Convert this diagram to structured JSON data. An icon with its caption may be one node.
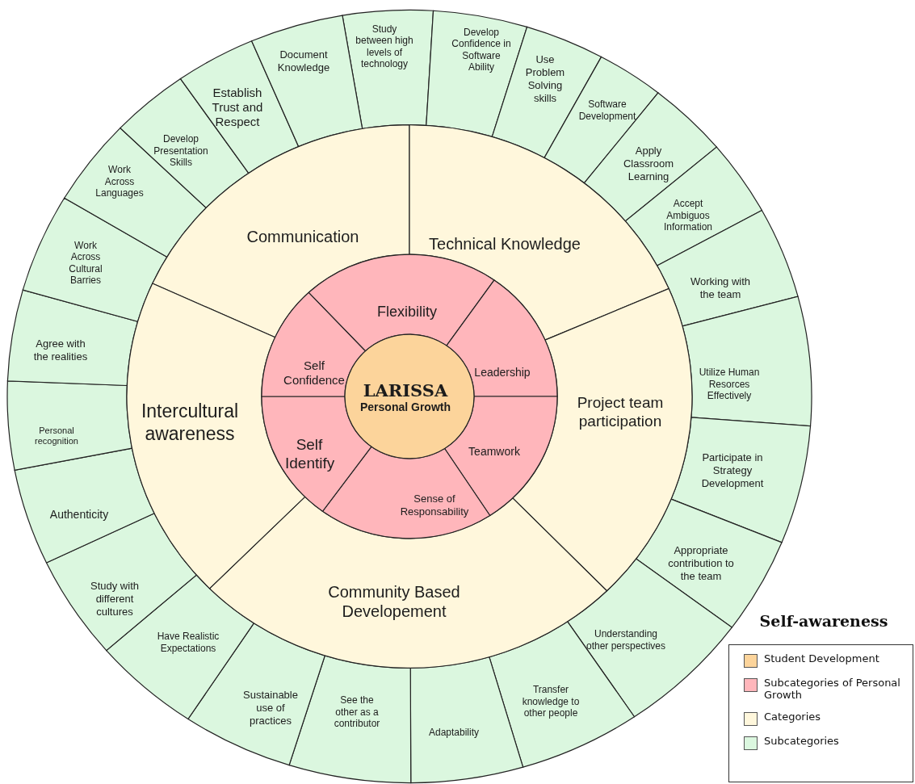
{
  "diagram": {
    "title": "Self-awareness",
    "nodes": [
      {
        "text": [
          "LARISSA",
          "Personal Growth"
        ]
      },
      {
        "text": [
          "Flexibility"
        ]
      },
      {
        "text": [
          "Leadership"
        ]
      },
      {
        "text": [
          "Teamwork"
        ]
      },
      {
        "text": [
          "Sense of Responsability"
        ]
      },
      {
        "text": [
          "Self Identify"
        ]
      },
      {
        "text": [
          "Self Confidence"
        ]
      },
      {
        "text": [
          "Communication"
        ]
      },
      {
        "text": [
          "Technical Knowledge"
        ]
      },
      {
        "text": [
          "Project team participation"
        ]
      },
      {
        "text": [
          "Community Based Developement"
        ]
      },
      {
        "text": [
          "Intercultural awareness"
        ]
      },
      {
        "text": [
          "Study between high levels of technology"
        ]
      },
      {
        "text": [
          "Develop Confidence in Software Ability"
        ]
      },
      {
        "text": [
          "Use Problem Solving skills"
        ]
      },
      {
        "text": [
          "Software Development"
        ]
      },
      {
        "text": [
          "Apply Classroom Learning"
        ]
      },
      {
        "text": [
          "Accept Ambiguos Information"
        ]
      },
      {
        "text": [
          "Working with the team"
        ]
      },
      {
        "text": [
          "Utilize Human Resorces Effectively"
        ]
      },
      {
        "text": [
          "Participate in Strategy Development"
        ]
      },
      {
        "text": [
          "Appropriate contribution to the team"
        ]
      },
      {
        "text": [
          "Understanding other perspectives"
        ]
      },
      {
        "text": [
          "Transfer knowledge to other people"
        ]
      },
      {
        "text": [
          "Adaptability"
        ]
      },
      {
        "text": [
          "See the other as a contributor"
        ]
      },
      {
        "text": [
          "Sustainable use of practices"
        ]
      },
      {
        "text": [
          "Have Realistic Expectations"
        ]
      },
      {
        "text": [
          "Study with different cultures"
        ]
      },
      {
        "text": [
          "Authenticity"
        ]
      },
      {
        "text": [
          "Personal recognition"
        ]
      },
      {
        "text": [
          "Agree with the realities"
        ]
      },
      {
        "text": [
          "Work Across Cultural Barries"
        ]
      },
      {
        "text": [
          "Work Across Languages"
        ]
      },
      {
        "text": [
          "Develop Presentation Skills"
        ]
      },
      {
        "text": [
          "Establish Trust and Respect"
        ]
      },
      {
        "text": [
          "Document Knowledge"
        ]
      }
    ],
    "legend": [
      {
        "text": "Student Development",
        "color": "#fcd49b"
      },
      {
        "text": "Subcategories of Personal Growth",
        "color": "#ffb6bb"
      },
      {
        "text": "Categories",
        "color": "#fff7dc"
      },
      {
        "text": "Subcategories",
        "color": "#dbf7df"
      }
    ]
  }
}
